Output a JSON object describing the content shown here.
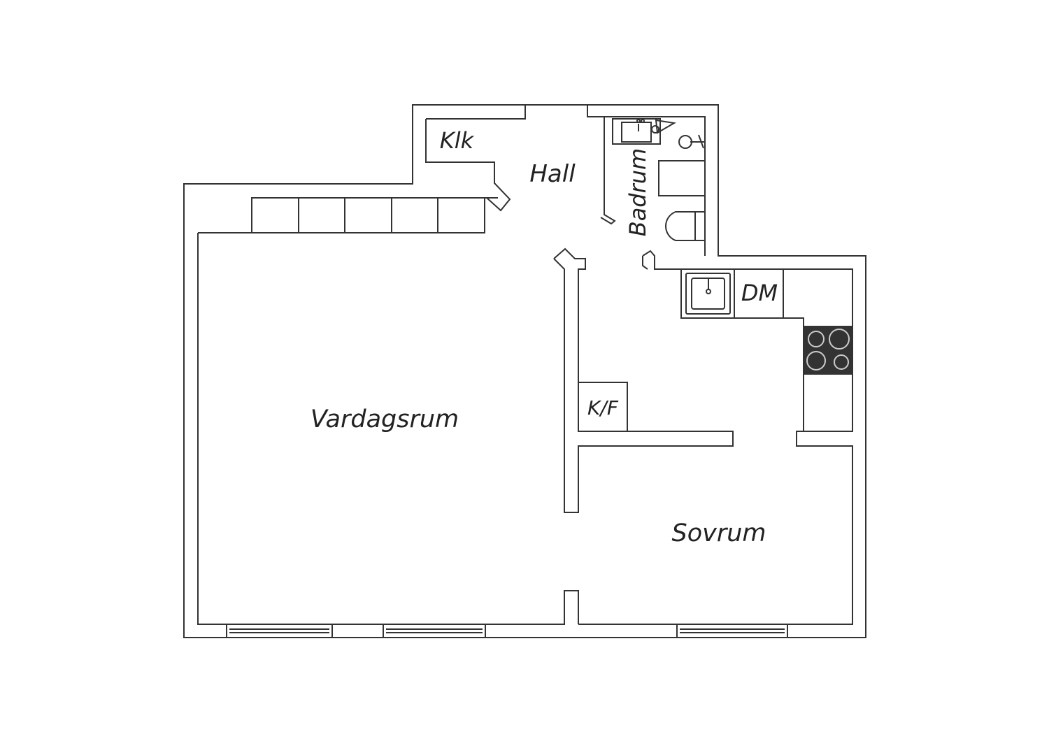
{
  "colors": {
    "background": "#ffffff",
    "line": "#333333",
    "stove": "#333333",
    "text": "#222222"
  },
  "rooms": {
    "klk": "Klk",
    "hall": "Hall",
    "badrum": "Badrum",
    "dm": "DM",
    "kf": "K/F",
    "vardagsrum": "Vardagsrum",
    "sovrum": "Sovrum"
  }
}
